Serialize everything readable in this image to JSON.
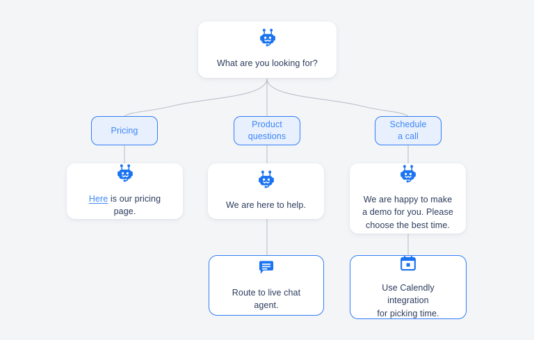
{
  "theme": {
    "background": "#f4f5f7",
    "accent_blue": "#2f7df6",
    "link_blue": "#3d86f7",
    "button_fill": "#e8f0fe",
    "text_navy": "#2b3a5b",
    "connector_gray": "#b9c0cc",
    "card_white": "#ffffff"
  },
  "flow": {
    "root": {
      "icon": "robot-headset-icon",
      "text": "What are you looking for?"
    },
    "options": [
      {
        "id": "pricing",
        "label": "Pricing",
        "label_line1": "Pricing",
        "label_line2": ""
      },
      {
        "id": "product",
        "label": "Product questions",
        "label_line1": "Product",
        "label_line2": "questions"
      },
      {
        "id": "schedule",
        "label": "Schedule a call",
        "label_line1": "Schedule",
        "label_line2": "a call"
      }
    ],
    "replies": [
      {
        "id": "pricing-reply",
        "icon": "robot-headset-icon",
        "link_text": "Here",
        "text_after_link": " is our pricing page."
      },
      {
        "id": "product-reply",
        "icon": "robot-headset-icon",
        "text": "We are here to help."
      },
      {
        "id": "schedule-reply",
        "icon": "robot-headset-icon",
        "line1": "We are happy to make",
        "line2": "a demo for you. Please",
        "line3": "choose the best time."
      }
    ],
    "actions": [
      {
        "id": "live-chat",
        "icon": "chat-bubble-icon",
        "text": "Route to live chat agent."
      },
      {
        "id": "calendly",
        "icon": "calendar-icon",
        "line1": "Use Calendly integration",
        "line2": "for picking time."
      }
    ]
  }
}
